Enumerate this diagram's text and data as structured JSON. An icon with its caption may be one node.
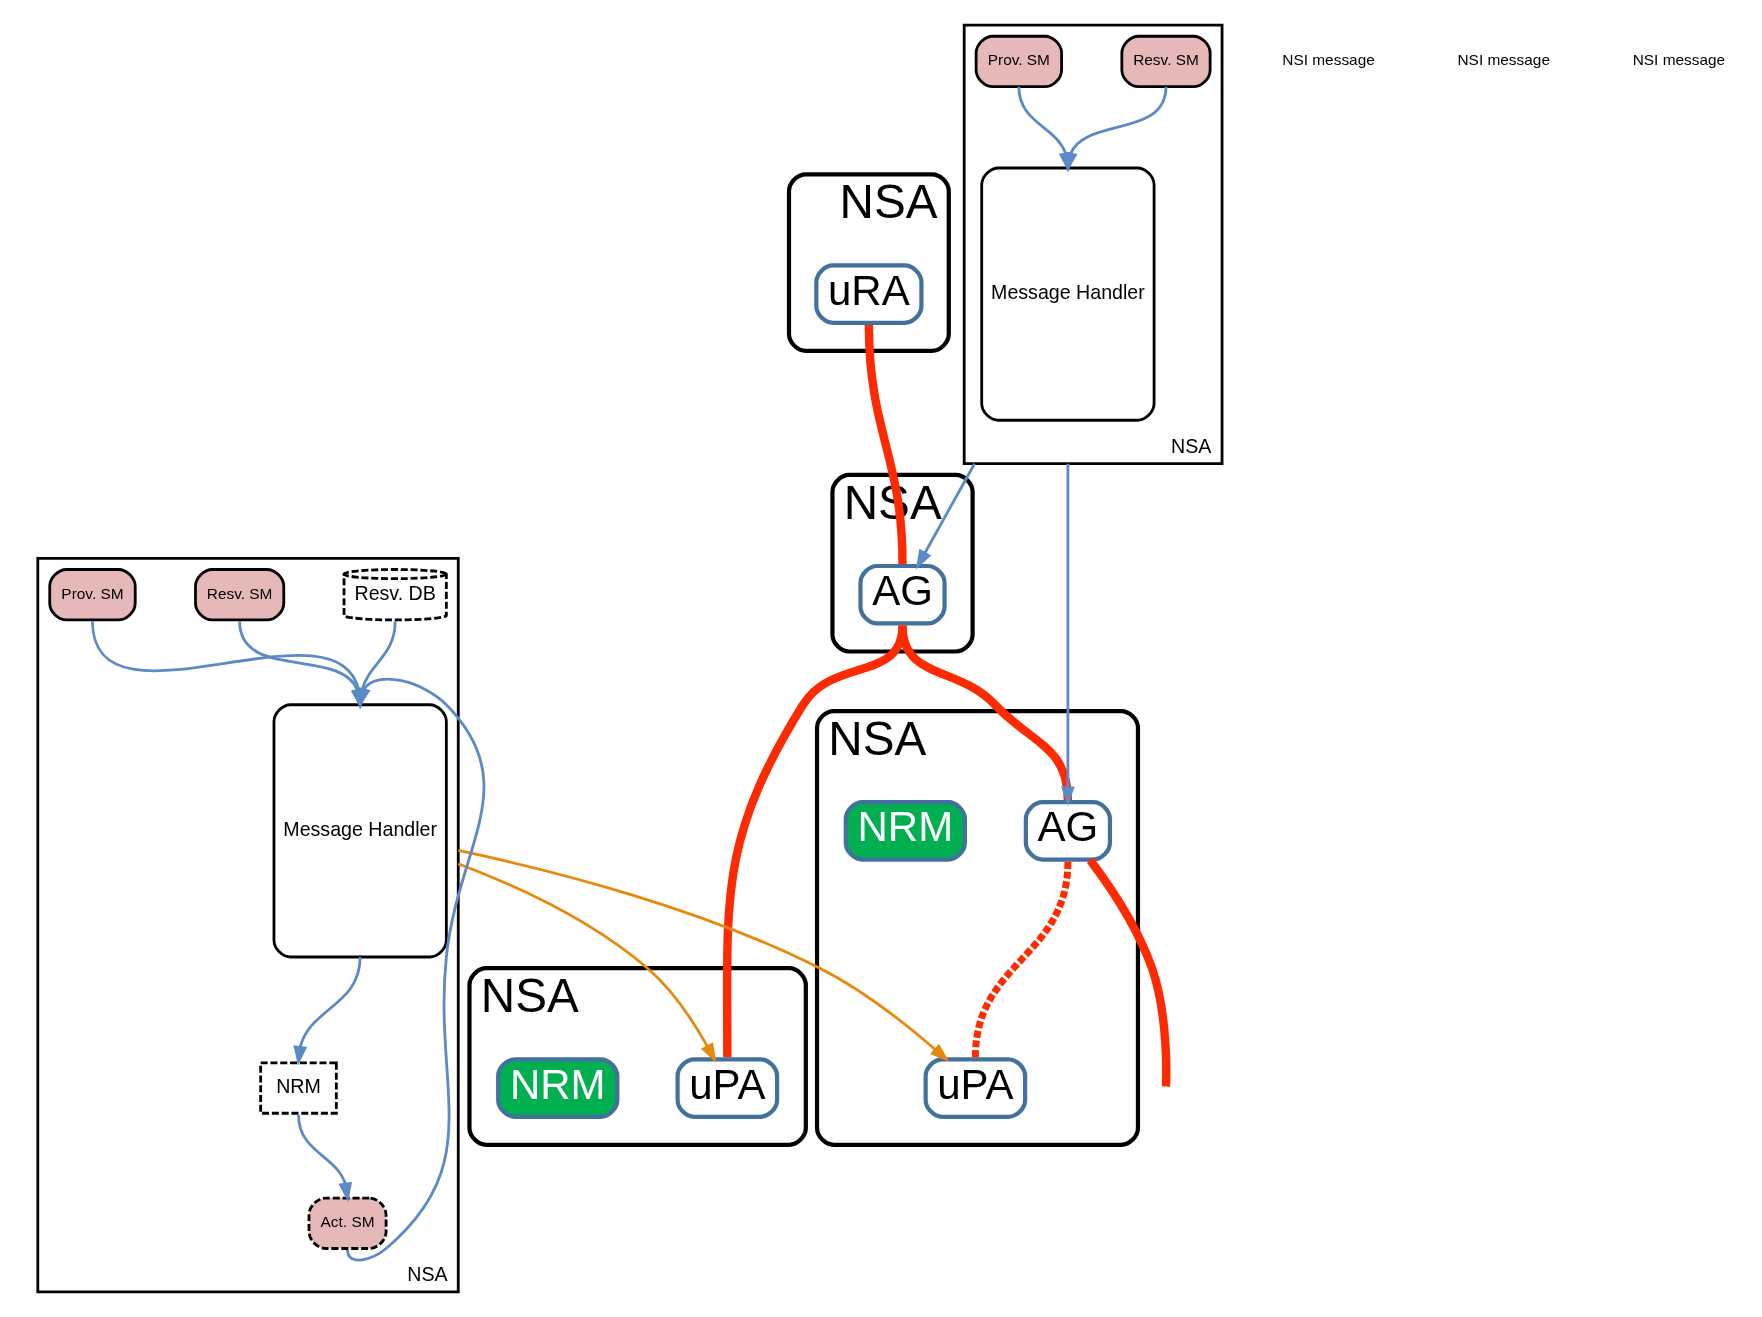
{
  "diagram": {
    "nodes": [
      {
        "text": [
          "NSA"
        ]
      },
      {
        "text": [
          "uRA"
        ],
        "in": 0
      },
      {
        "text": [
          "NSA"
        ]
      },
      {
        "text": [
          "AG"
        ],
        "in": 2
      },
      {
        "text": [
          "NSA"
        ]
      },
      {
        "text": [
          "uPA"
        ],
        "in": 4
      },
      {
        "text": [
          "NRM"
        ],
        "in": 4
      },
      {
        "text": [
          "NSA"
        ]
      },
      {
        "text": [
          "AG"
        ],
        "in": 7
      },
      {
        "text": [
          "uPA"
        ],
        "in": 7
      },
      {
        "text": [
          "NRM"
        ],
        "in": 7
      },
      {
        "text": [
          "NSA"
        ]
      },
      {
        "text": [
          "Message Handler"
        ],
        "in": 11
      },
      {
        "text": [
          "Resv. SM"
        ],
        "in": 11
      },
      {
        "text": [
          "Prov. SM"
        ],
        "in": 11
      },
      {
        "text": [
          "NSA"
        ]
      },
      {
        "text": [
          "Message Handler"
        ],
        "in": 15
      },
      {
        "text": [
          "Resv. SM"
        ],
        "in": 15
      },
      {
        "text": [
          "Prov. SM"
        ],
        "in": 15
      },
      {
        "text": [
          "Act. SM"
        ],
        "in": 15
      },
      {
        "text": [
          "NRM"
        ],
        "in": 15
      },
      {
        "text": [
          "Resv. DB"
        ],
        "in": 15
      }
    ],
    "edges": [
      {
        "from": 1,
        "to": 3,
        "arrow": "none",
        "style": "thick",
        "color": "#ff2a00"
      },
      {
        "from": 3,
        "to": 5,
        "arrow": "none",
        "style": "thick",
        "color": "#ff2a00"
      },
      {
        "from": 3,
        "to": 8,
        "arrow": "none",
        "style": "thick",
        "color": "#ff2a00"
      },
      {
        "from": 8,
        "to": 9,
        "arrow": "none",
        "style": "dashed",
        "color": "#ff2a00"
      },
      {
        "from": 8,
        "to": null,
        "arrow": "none",
        "style": "thick",
        "color": "#ff2a00"
      },
      {
        "from": 11,
        "to": 3,
        "arrow": "to"
      },
      {
        "from": 11,
        "to": 8,
        "arrow": "to"
      },
      {
        "from": 15,
        "to": 5,
        "arrow": "to",
        "color": "#e8890c"
      },
      {
        "from": 15,
        "to": 9,
        "arrow": "to",
        "color": "#e8890c"
      },
      {
        "from": 13,
        "to": 12,
        "arrow": "to"
      },
      {
        "from": 14,
        "to": 12,
        "arrow": "to"
      },
      {
        "from": 17,
        "to": 16,
        "arrow": "to"
      },
      {
        "from": 18,
        "to": 16,
        "arrow": "to"
      },
      {
        "from": 19,
        "to": 16,
        "arrow": "to"
      },
      {
        "from": 20,
        "to": 19,
        "arrow": "to"
      },
      {
        "from": 16,
        "to": 20,
        "arrow": "to"
      },
      {
        "from": 21,
        "to": 16,
        "arrow": "to"
      }
    ],
    "labels": [
      "NSI message",
      "NSI message",
      "NSI message"
    ]
  }
}
